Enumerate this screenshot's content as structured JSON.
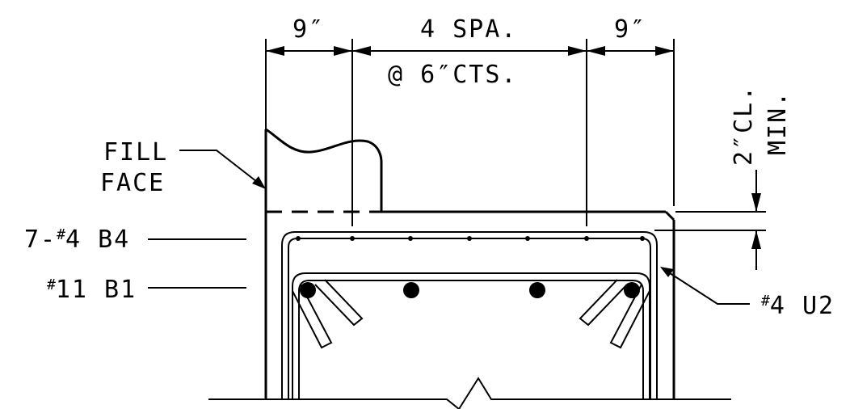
{
  "dimensions": {
    "left_edge": "9″",
    "spacing_line1": "4 SPA.",
    "spacing_line2": "@ 6″CTS.",
    "right_edge": "9″",
    "cover_line1": "2″CL.",
    "cover_line2": "MIN."
  },
  "labels": {
    "fill_face_line1": "FILL",
    "fill_face_line2": "FACE",
    "top_bars_prefix": "7-",
    "top_bars_mark": "#",
    "top_bars_rest": "4 B4",
    "main_bars_mark": "#",
    "main_bars_rest": "11 B1",
    "stirrup_mark": "#",
    "stirrup_rest": "4 U2"
  }
}
